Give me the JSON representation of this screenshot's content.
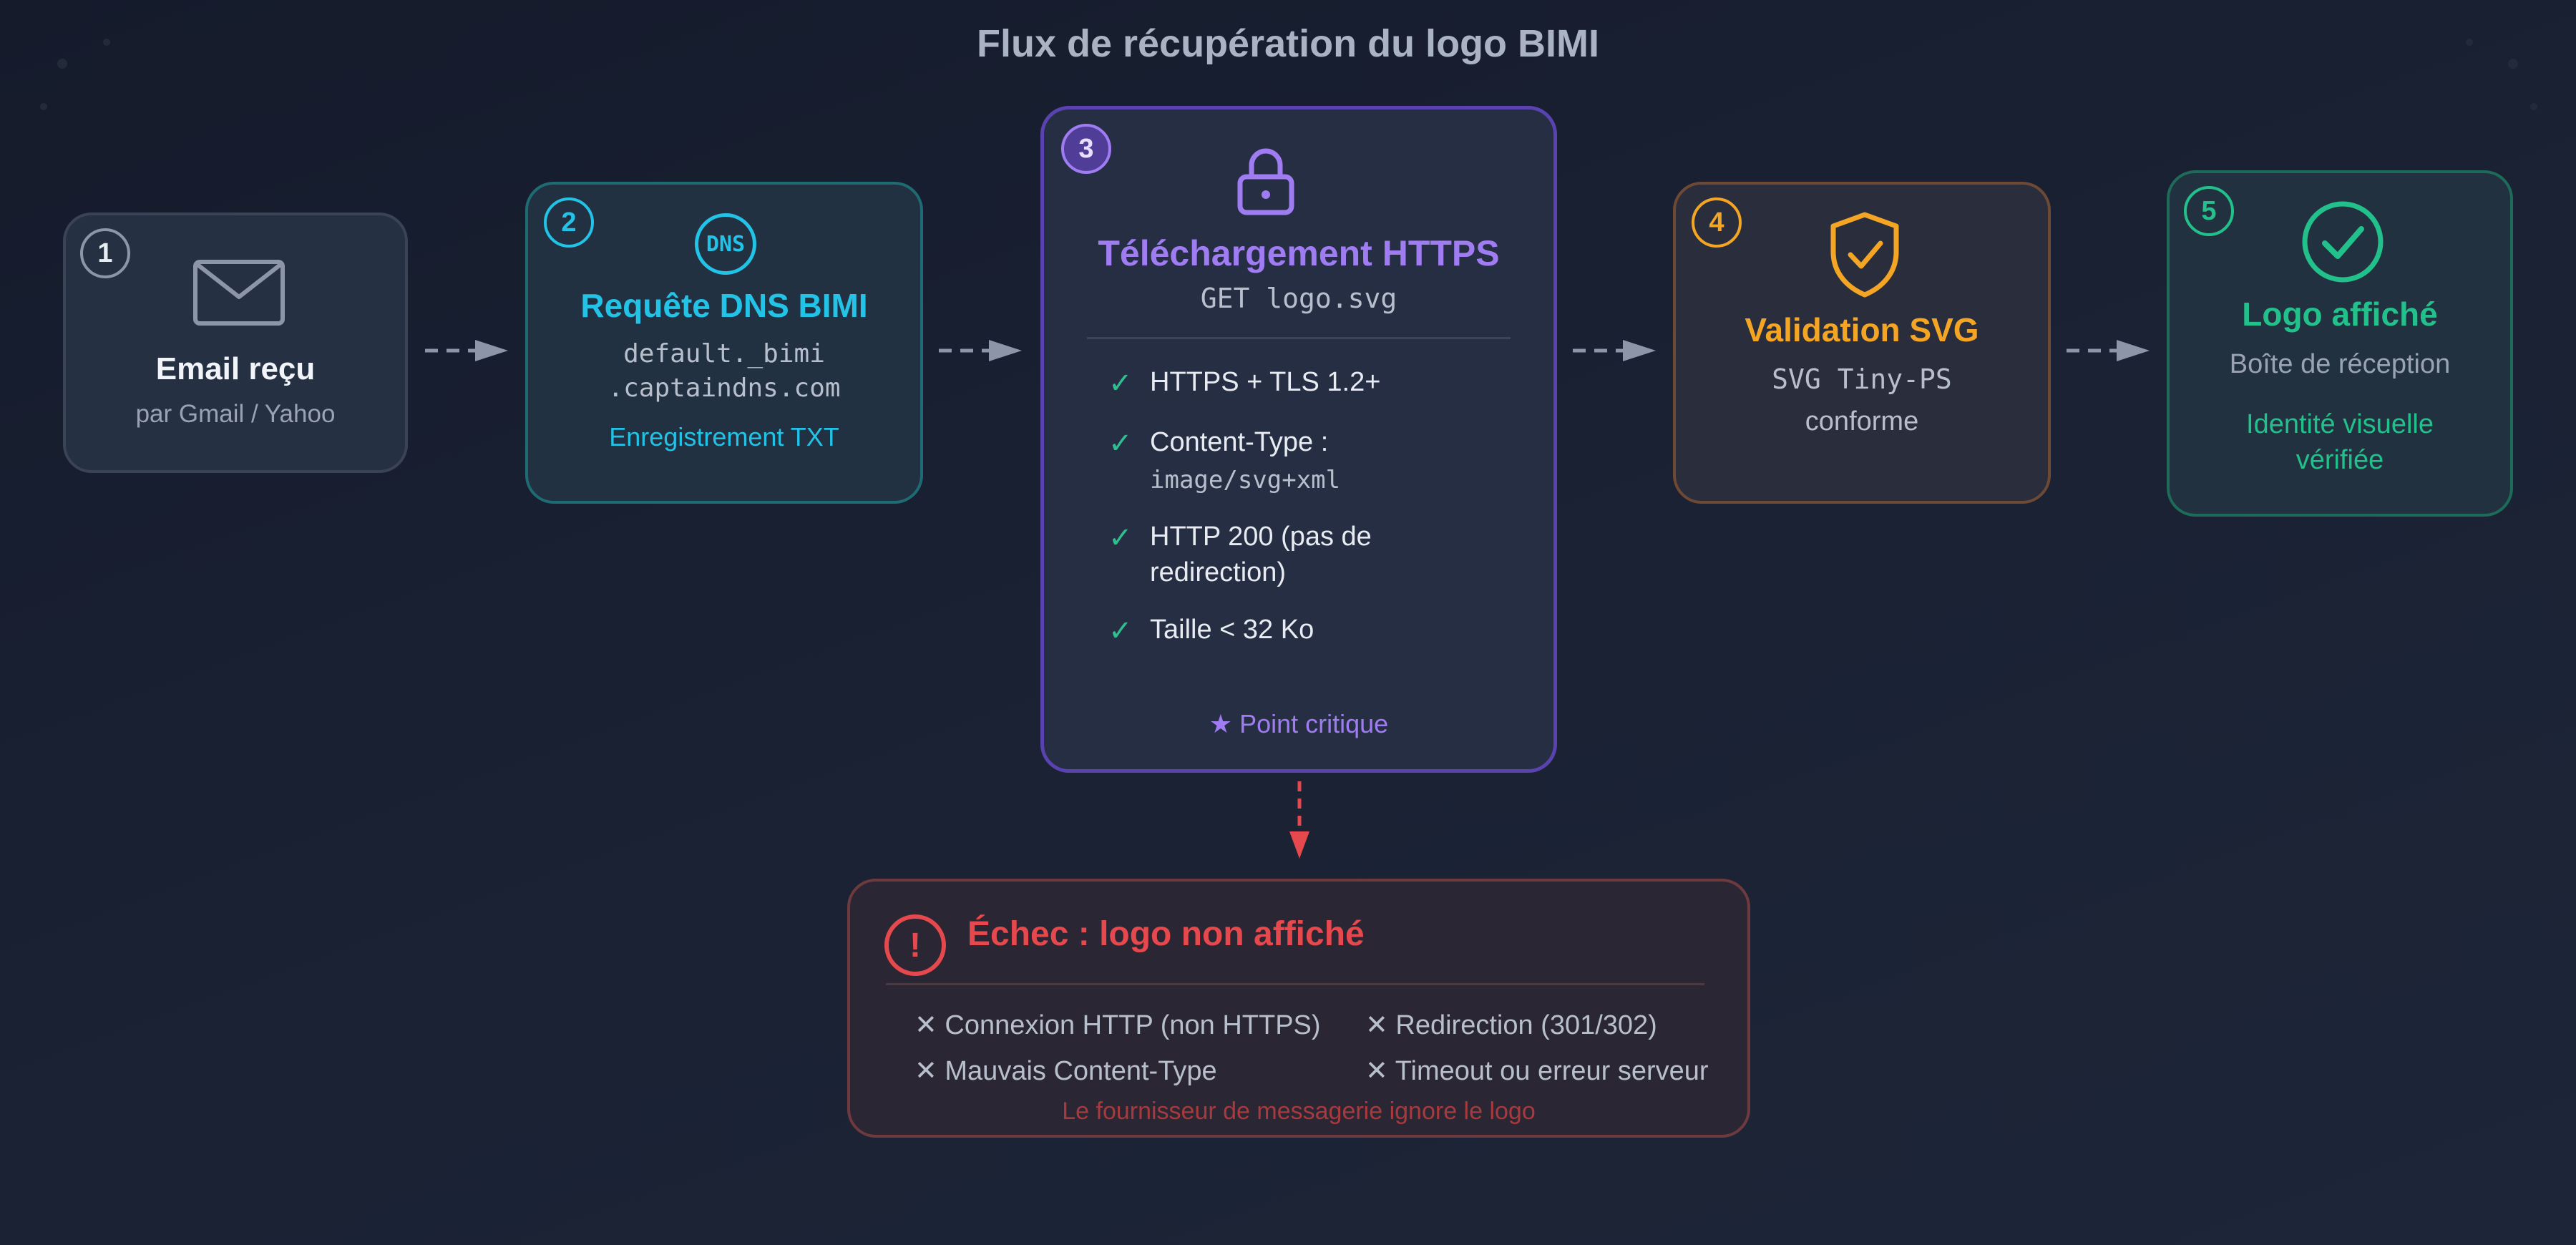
{
  "title": "Flux de récupération du logo BIMI",
  "colors": {
    "step1": "#8d96a8",
    "step2": "#22c3e6",
    "step3": "#a07cf2",
    "step4": "#f5a524",
    "step5": "#22c08a",
    "error": "#e5484d"
  },
  "steps": [
    {
      "number": "1",
      "icon": "envelope-icon",
      "title": "Email reçu",
      "subtitle": "par Gmail / Yahoo"
    },
    {
      "number": "2",
      "icon": "dns-icon",
      "icon_text": "DNS",
      "title": "Requête DNS BIMI",
      "line1": "default._bimi",
      "line2": ".captaindns.com",
      "note": "Enregistrement TXT"
    },
    {
      "number": "3",
      "icon": "lock-icon",
      "title": "Téléchargement HTTPS",
      "subtitle": "GET logo.svg",
      "checks": [
        {
          "mark": "✓",
          "text": "HTTPS + TLS 1.2+"
        },
        {
          "mark": "✓",
          "text": "Content-Type :",
          "code": "image/svg+xml"
        },
        {
          "mark": "✓",
          "text": "HTTP 200 (pas de",
          "text2": "redirection)"
        },
        {
          "mark": "✓",
          "text": "Taille < 32 Ko"
        }
      ],
      "note": "★ Point critique"
    },
    {
      "number": "4",
      "icon": "shield-check-icon",
      "title": "Validation SVG",
      "line1": "SVG Tiny-PS",
      "line2": "conforme"
    },
    {
      "number": "5",
      "icon": "check-circle-icon",
      "title": "Logo affiché",
      "subtitle": "Boîte de réception",
      "note1": "Identité visuelle",
      "note2": "vérifiée"
    }
  ],
  "failure": {
    "icon": "exclamation-icon",
    "icon_text": "!",
    "title": "Échec : logo non affiché",
    "items": [
      "✕ Connexion HTTP (non HTTPS)",
      "✕ Redirection (301/302)",
      "✕ Mauvais Content-Type",
      "✕ Timeout ou erreur serveur"
    ],
    "footer": "Le fournisseur de messagerie ignore le logo"
  }
}
